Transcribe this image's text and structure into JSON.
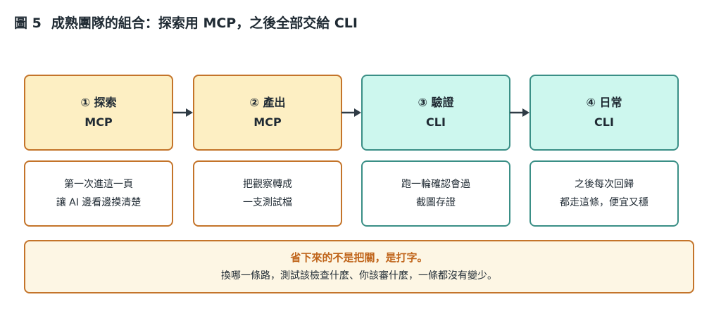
{
  "title": {
    "figure_num": "圖 5",
    "text": "成熟團隊的組合：探索用 MCP，之後全部交給 CLI"
  },
  "stages": [
    {
      "label": "① 探索",
      "tool": "MCP",
      "note_lines": [
        "第一次進這一頁",
        "讓 AI 邊看邊摸清楚"
      ],
      "color": "#fdefc3",
      "border": "#c4742a"
    },
    {
      "label": "② 產出",
      "tool": "MCP",
      "note_lines": [
        "把觀察轉成",
        "一支測試檔"
      ],
      "color": "#fdefc3",
      "border": "#c4742a"
    },
    {
      "label": "③ 驗證",
      "tool": "CLI",
      "note_lines": [
        "跑一輪確認會過",
        "截圖存證"
      ],
      "color": "#cdf7ee",
      "border": "#3a8f86"
    },
    {
      "label": "④ 日常",
      "tool": "CLI",
      "note_lines": [
        "之後每次回歸",
        "都走這條，便宜又穩"
      ],
      "color": "#cdf7ee",
      "border": "#3a8f86"
    }
  ],
  "summary": {
    "highlight": "省下來的不是把關，是打字。",
    "text": "換哪一條路，測試該檢查什麼、你該審什麼，一條都沒有變少。",
    "highlight_color": "#c0651b"
  }
}
